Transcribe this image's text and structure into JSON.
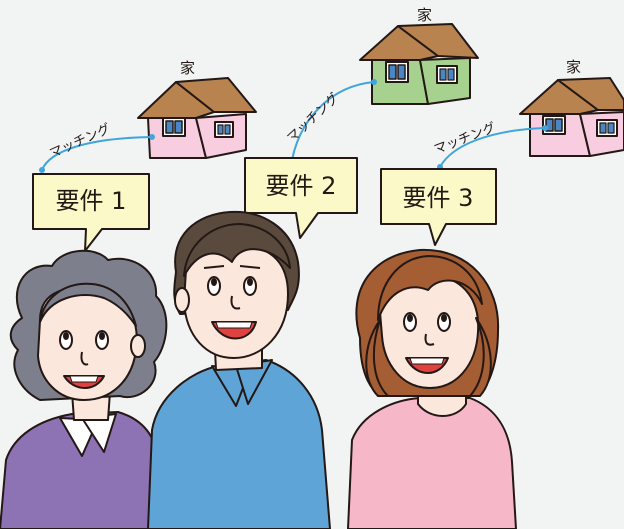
{
  "houses": [
    {
      "label": "家",
      "wall": "#f8cde0",
      "roof": "#b9834f",
      "window": "#4a86c4"
    },
    {
      "label": "家",
      "wall": "#a6d18f",
      "roof": "#b9834f",
      "window": "#4a86c4"
    },
    {
      "label": "家",
      "wall": "#f8cde0",
      "roof": "#b9834f",
      "window": "#4a86c4"
    }
  ],
  "matchings": [
    {
      "label": "マッチング"
    },
    {
      "label": "マッチング"
    },
    {
      "label": "マッチング"
    }
  ],
  "requirements": [
    {
      "label": "要件 1"
    },
    {
      "label": "要件 2"
    },
    {
      "label": "要件 3"
    }
  ],
  "colors": {
    "background": "#f2f3f3",
    "bubble_fill": "#fcf9c8",
    "link_line": "#3fa6dc",
    "outline": "#231815"
  },
  "people": [
    {
      "name": "older-woman",
      "shirt": "#8d72b4",
      "hair": "#7d7f8c"
    },
    {
      "name": "young-man",
      "shirt": "#5ea4d6",
      "hair": "#5a4a3d"
    },
    {
      "name": "young-woman",
      "shirt": "#f6b8c8",
      "hair": "#a55d33"
    }
  ]
}
